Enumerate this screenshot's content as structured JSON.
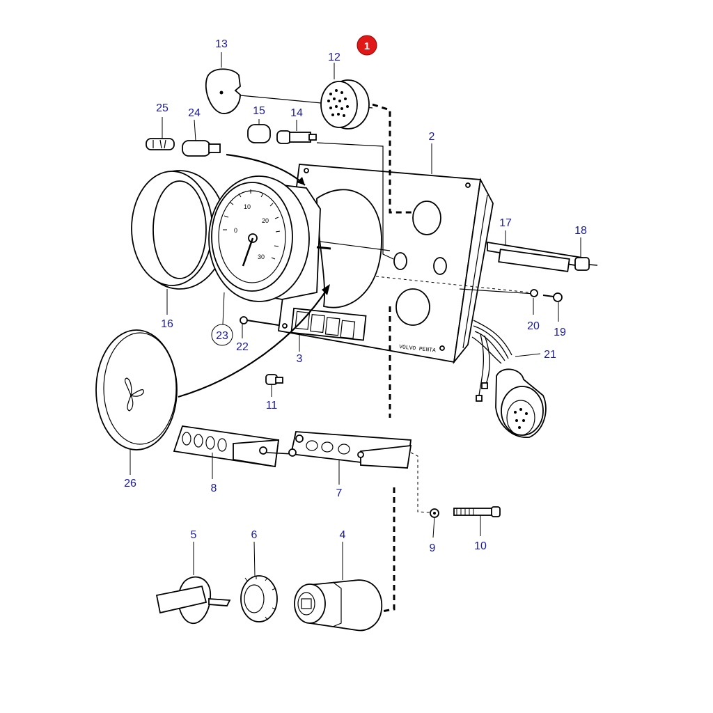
{
  "diagram": {
    "badge": "1",
    "badge_color": "#e01818",
    "label_color": "#1a1aa0",
    "labels": {
      "l1": "13",
      "l2": "12",
      "l3": "25",
      "l4": "24",
      "l5": "15",
      "l6": "14",
      "l7": "2",
      "l8": "17",
      "l9": "18",
      "l10": "20",
      "l11": "19",
      "l12": "21",
      "l13": "16",
      "l14": "23",
      "l15": "22",
      "l16": "3",
      "l17": "11",
      "l18": "26",
      "l19": "8",
      "l20": "7",
      "l21": "9",
      "l22": "10",
      "l23": "5",
      "l24": "6",
      "l25": "4"
    },
    "gauge_ticks": [
      "0",
      "10",
      "20",
      "30"
    ],
    "panel_brand": "VOLVO PENTA"
  }
}
